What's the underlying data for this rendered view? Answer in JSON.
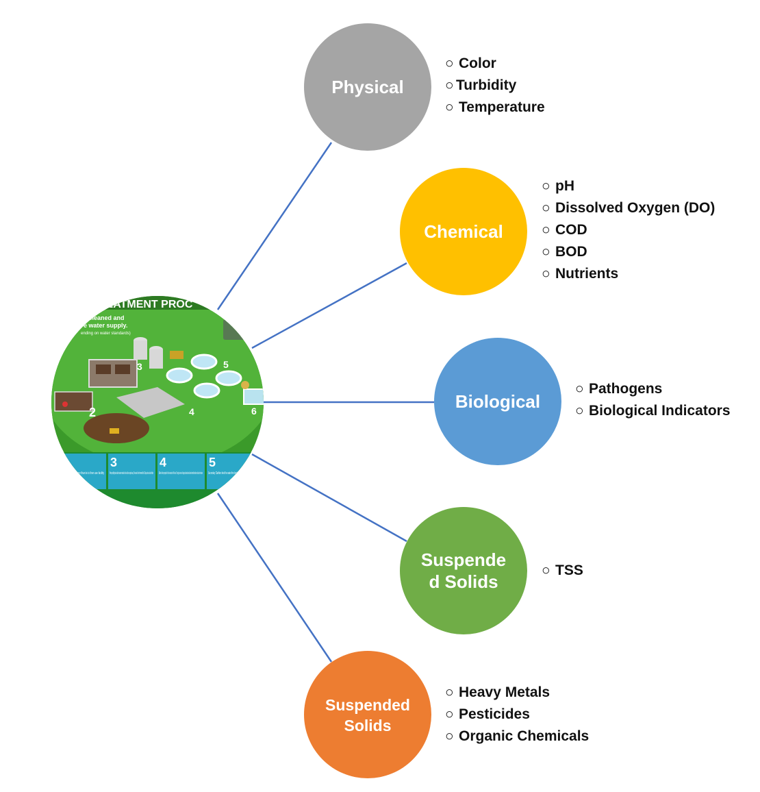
{
  "center_image": {
    "banner": "REATMENT PROC",
    "line1": "s cleaned and",
    "line2": "e water supply.",
    "line3": "ending on water standards)",
    "steps": [
      "2",
      "3",
      "4",
      "5",
      "6"
    ],
    "panels": [
      {
        "number": "",
        "text": "tion process lids larger than te is then use facility"
      },
      {
        "number": "3",
        "text": "Primary settling basins allow heavier material to sink and be scraped away. The waste is then fermented for 30 days and used as fertiliser"
      },
      {
        "number": "4",
        "text": "Effluent is then pumped to the bio-reactors for 8 hours. Through a series of stages bacteria break down harmful matter and clean the water"
      },
      {
        "number": "5",
        "text": "Secondary Clarifiers feed the water thro bacteria contin the water to"
      }
    ]
  },
  "nodes": [
    {
      "label_lines": [
        "Physical"
      ],
      "color": "#A5A5A5",
      "items": [
        "Color",
        "Turbidity",
        "Temperature"
      ]
    },
    {
      "label_lines": [
        "Chemical"
      ],
      "color": "#FFC000",
      "items": [
        "pH",
        "Dissolved Oxygen (DO)",
        "COD",
        "BOD",
        "Nutrients"
      ]
    },
    {
      "label_lines": [
        "Biological"
      ],
      "color": "#5B9BD5",
      "items": [
        "Pathogens",
        "Biological Indicators"
      ]
    },
    {
      "label_lines": [
        "Suspende",
        "d Solids"
      ],
      "color": "#70AD47",
      "items": [
        "TSS"
      ]
    },
    {
      "label_lines": [
        "Suspended",
        "Solids"
      ],
      "color": "#ED7D31",
      "items": [
        "Heavy Metals",
        "Pesticides",
        "Organic Chemicals"
      ]
    }
  ],
  "bullet_char": "○",
  "connector_color": "#4472C4"
}
